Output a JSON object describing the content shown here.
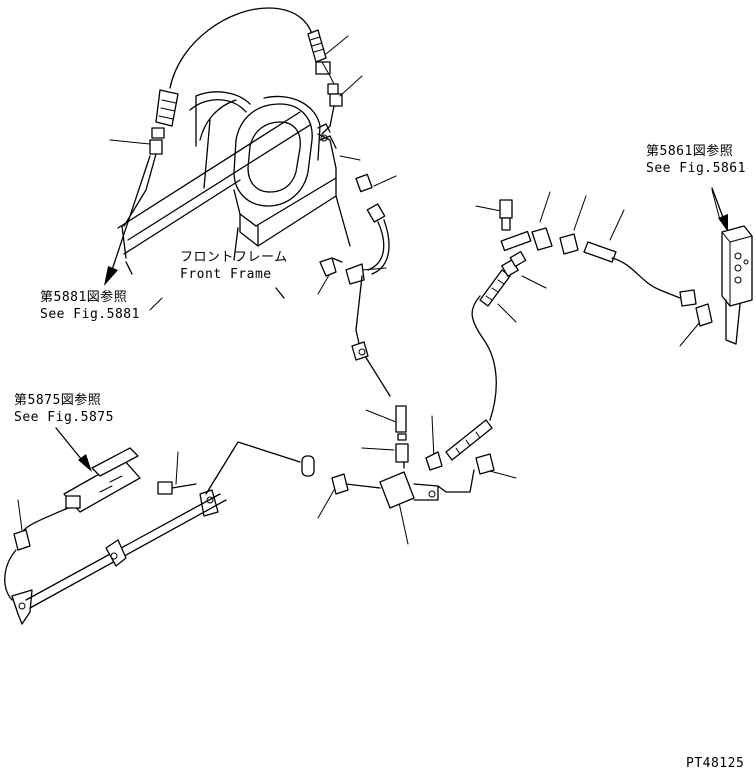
{
  "labels": {
    "ref_5881_jp": "第5881図参照",
    "ref_5881_en": "See Fig.5881",
    "ref_5875_jp": "第5875図参照",
    "ref_5875_en": "See Fig.5875",
    "ref_5861_jp": "第5861図参照",
    "ref_5861_en": "See Fig.5861",
    "front_frame_jp": "フロントフレーム",
    "front_frame_en": "Front Frame",
    "drawing_no": "PT48125"
  }
}
